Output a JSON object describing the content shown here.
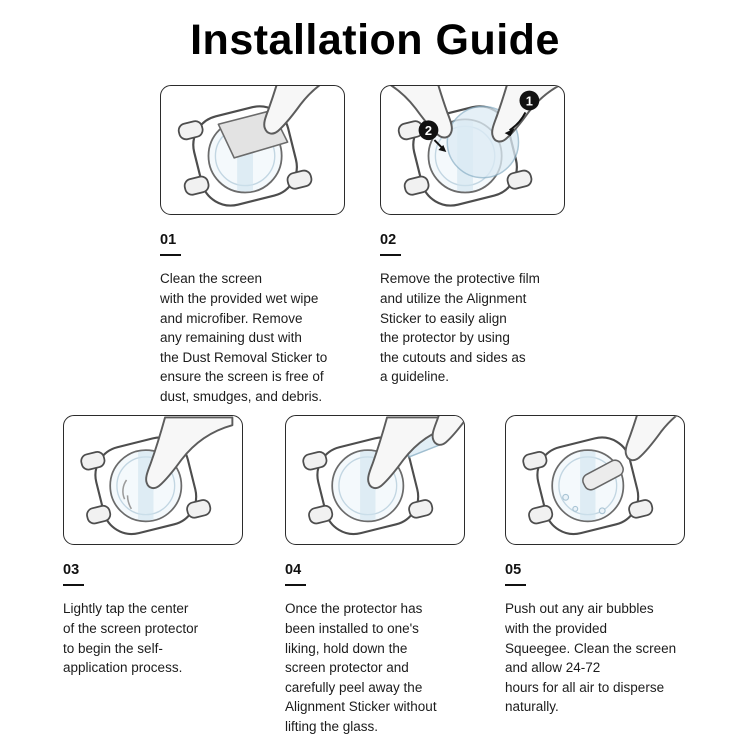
{
  "title": "Installation Guide",
  "steps": [
    {
      "number": "01",
      "description": "Clean the screen\nwith the provided wet wipe\nand microfiber. Remove\nany remaining dust with\nthe Dust Removal Sticker to\nensure the screen is free of\ndust, smudges, and debris."
    },
    {
      "number": "02",
      "description": "Remove the protective film\nand utilize the Alignment\nSticker to easily align\nthe protector by using\nthe cutouts and sides as\na guideline."
    },
    {
      "number": "03",
      "description": "Lightly tap the center\nof the screen protector\nto begin the self-\napplication process."
    },
    {
      "number": "04",
      "description": "Once the protector has\nbeen installed to one's\nliking, hold down the\nscreen protector and\ncarefully peel away the\nAlignment Sticker without\nlifting the glass."
    },
    {
      "number": "05",
      "description": "Push out any air bubbles\nwith the provided\nSqueegee. Clean the screen\nand allow 24-72\nhours for all air to disperse\nnaturally."
    }
  ],
  "illustration_badges": {
    "step2_first": "1",
    "step2_second": "2"
  },
  "colors": {
    "text": "#1c1c1c",
    "panel_border": "#2b2b2b",
    "protector_blue": "#cfe2ef",
    "badge_black": "#111111"
  }
}
